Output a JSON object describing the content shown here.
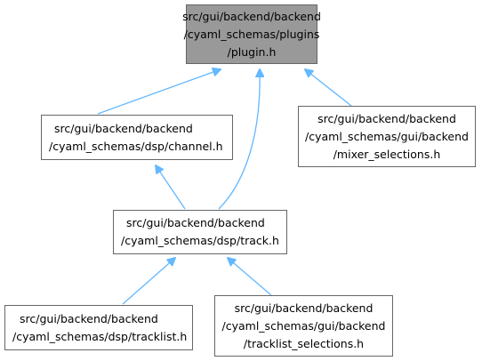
{
  "diagram": {
    "colors": {
      "edge": "#63b8ff",
      "node_border": "#666666",
      "node_fill": "#ffffff",
      "current_fill": "#999999"
    },
    "nodes": {
      "plugin": {
        "lines": [
          "src/gui/backend/backend",
          "/cyaml_schemas/plugins",
          "/plugin.h"
        ]
      },
      "channel": {
        "lines": [
          "src/gui/backend/backend",
          "/cyaml_schemas/dsp/channel.h"
        ]
      },
      "mixer": {
        "lines": [
          "src/gui/backend/backend",
          "/cyaml_schemas/gui/backend",
          "/mixer_selections.h"
        ]
      },
      "track": {
        "lines": [
          "src/gui/backend/backend",
          "/cyaml_schemas/dsp/track.h"
        ]
      },
      "tracklist": {
        "lines": [
          "src/gui/backend/backend",
          "/cyaml_schemas/dsp/tracklist.h"
        ]
      },
      "tracklist_sel": {
        "lines": [
          "src/gui/backend/backend",
          "/cyaml_schemas/gui/backend",
          "/tracklist_selections.h"
        ]
      }
    },
    "edges": [
      {
        "from": "channel",
        "to": "plugin"
      },
      {
        "from": "track",
        "to": "plugin"
      },
      {
        "from": "mixer",
        "to": "plugin"
      },
      {
        "from": "track",
        "to": "channel"
      },
      {
        "from": "tracklist",
        "to": "track"
      },
      {
        "from": "tracklist_sel",
        "to": "track"
      }
    ]
  }
}
